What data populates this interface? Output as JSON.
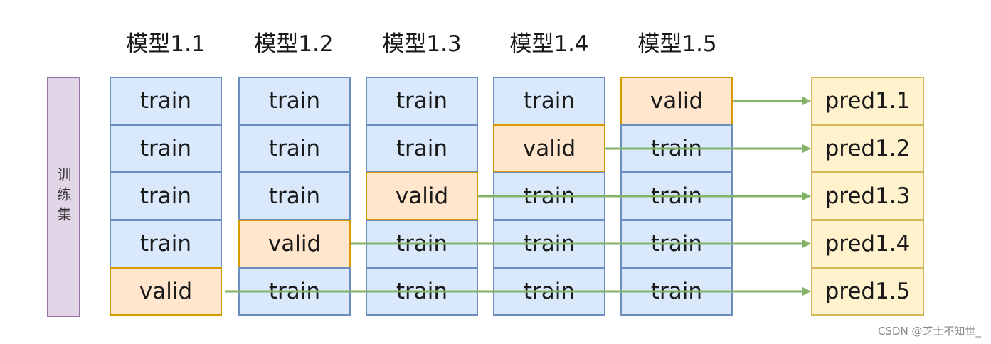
{
  "titles": [
    "模型1.1",
    "模型1.2",
    "模型1.3",
    "模型1.4",
    "模型1.5"
  ],
  "sidebar_label": "训练集",
  "columns": [
    [
      "train",
      "train",
      "train",
      "train",
      "valid"
    ],
    [
      "train",
      "train",
      "train",
      "valid",
      "train"
    ],
    [
      "train",
      "train",
      "valid",
      "train",
      "train"
    ],
    [
      "train",
      "valid",
      "train",
      "train",
      "train"
    ],
    [
      "valid",
      "train",
      "train",
      "train",
      "train"
    ]
  ],
  "preds": [
    "pred1.1",
    "pred1.2",
    "pred1.3",
    "pred1.4",
    "pred1.5"
  ],
  "colors": {
    "train_fill": "#dae8fc",
    "train_border": "#6c8ebf",
    "valid_fill": "#ffe6cc",
    "valid_border": "#d79b00",
    "pred_fill": "#fff2cc",
    "pred_border": "#d6b656",
    "sidebar_fill": "#e1d5e7",
    "sidebar_border": "#9673a6",
    "arrow": "#82b366"
  },
  "watermark": "CSDN @芝士不知世_"
}
